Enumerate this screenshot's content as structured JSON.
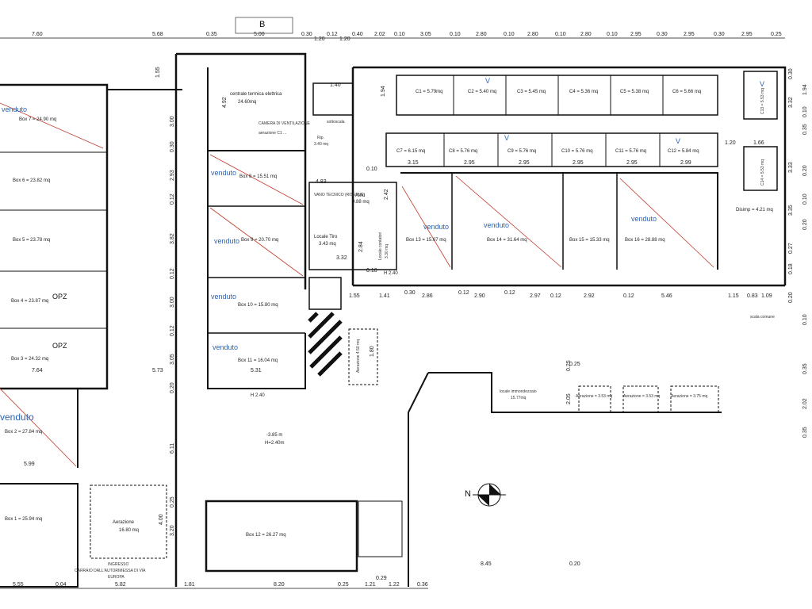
{
  "plan": {
    "section_marker": "B",
    "top_dimensions": [
      "7.60",
      "5.68",
      "0.35",
      "5.00",
      "0.30",
      "0.12",
      "0.40",
      "2.02",
      "0.10",
      "3.05",
      "0.10",
      "2.80",
      "0.10",
      "2.80",
      "0.10",
      "2.80",
      "0.10",
      "2.95",
      "0.30",
      "2.95",
      "0.25",
      "1.20",
      "1.20",
      "0.10"
    ],
    "bottom_dimensions": [
      "5.55",
      "0.04",
      "5.82",
      "1.81",
      "8.20",
      "0.25",
      "1.21",
      "1.22",
      "0.36",
      "0.29"
    ],
    "mid_dimensions": [
      "7.64",
      "5.73",
      "5.31",
      "5.99",
      "4.83",
      "1.55",
      "1.41",
      "0.30",
      "2.86",
      "0.12",
      "2.90",
      "0.12",
      "2.97",
      "0.12",
      "2.92",
      "0.12",
      "5.46",
      "1.15",
      "0.83",
      "1.09",
      "8.45",
      "0.20",
      "3.15",
      "2.95",
      "2.95",
      "2.95",
      "2.95",
      "2.99",
      "1.20",
      "1.66",
      "0.10",
      "0.10",
      "0.25",
      "3.32",
      "1.40",
      "2.42",
      "2.84"
    ],
    "left_vertical_dimensions": [
      "1.55",
      "3.00",
      "0.30",
      "2.93",
      "0.12",
      "3.82",
      "0.12",
      "3.00",
      "0.12",
      "3.05",
      "0.20",
      "6.11",
      "0.25",
      "4.00",
      "3.20",
      "1.94",
      "4.92"
    ],
    "right_vertical_dimensions": [
      "0.30",
      "1.94",
      "3.32",
      "0.10",
      "0.35",
      "3.33",
      "0.20",
      "3.35",
      "0.18",
      "0.27",
      "0.20",
      "0.35",
      "2.02",
      "0.35",
      "0.10",
      "0.20",
      "0.10",
      "1.80",
      "2.05",
      "0.25"
    ],
    "rooms": {
      "box7": "Box 7 = 24.90 mq",
      "box6": "Box 6 = 23.82 mq",
      "box5": "Box 5 = 23.78 mq",
      "box4": "Box 4 = 23.87 mq",
      "box3": "Box 3 = 24.32 mq",
      "box2": "Box 2 = 27.84 mq",
      "box1": "Box 1 = 25.94 mq",
      "box8": "Box 8 = 15.51 mq",
      "box9": "Box 9 = 20.70 mq",
      "box10": "Box 10 = 15.80 mq",
      "box11": "Box 11 = 16.04 mq",
      "box12": "Box 12 = 26.27 mq",
      "box13": "Box 13 = 15.07 mq",
      "box14": "Box 14 = 31.64 mq",
      "box15": "Box 15 = 15.33 mq",
      "box16": "Box 16 = 28.88 mq",
      "centrale": "centrale termica elettrica",
      "centrale_area": "24.60mq",
      "camera": "CAMERA DI VENTILAZIONE",
      "camera2": "aerazione C1 ...",
      "vano": "VANO TECNICO (RISERVE)",
      "atrio": "Atrio",
      "atrio_area": "9.88 mq",
      "locale_tiro": "Locale Tiro",
      "locale_tiro_area": "3.43 mq",
      "locale_imm": "locale immondezzaio",
      "locale_imm_area": "15.77mq",
      "aer1": "Aerazione",
      "aer1_area": "16.80 mq",
      "aer2": "Aerazione = 3.53 mq",
      "aer3": "Aerazione = 3.53 mq",
      "aer4": "Aerazione = 3.75 mq",
      "aer_side": "Aerazione 4.50 mq",
      "disimp": "Disimp = 4.21 mq",
      "ingresso": "INGRESSO",
      "carraio": "CARRAIO DALL'AUTORIMESSA DI VIA",
      "europa": "EUROPA",
      "scala": "scala comune",
      "h240a": "H 2.40",
      "h240b": "H 2.40",
      "h240c": "H=2.40m",
      "quota": "-3.85 m",
      "sottoscala": "sottoscala",
      "rip": "Rip.",
      "rip2": "3.40 mq",
      "c1": "C1 = 5.79mq",
      "c2": "C2 = 5.40 mq",
      "c3": "C3 = 5.45 mq",
      "c4": "C4 = 5.36 mq",
      "c5": "C5 = 5.38 mq",
      "c6": "C6 = 5.66 mq",
      "c7": "C7 = 6.15 mq",
      "c8": "C8 = 5.76 mq",
      "c9": "C9 = 5.76 mq",
      "c10": "C10 = 5.76 mq",
      "c11": "C11 = 5.76 mq",
      "c12": "C12 = 5.84 mq",
      "c13": "C13 = 5.53 mq",
      "c14": "C14 = 5.53 mq",
      "locale_contatori": "Locale contatori",
      "lc_area": "3.30 mq",
      "nord": "N"
    },
    "labels": {
      "venduto": "venduto",
      "opz": "OPZ",
      "v": "V"
    }
  }
}
